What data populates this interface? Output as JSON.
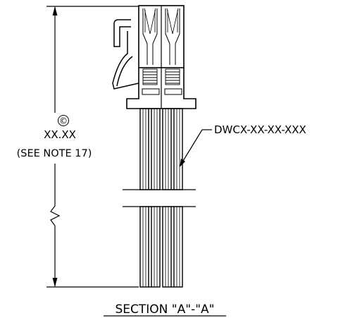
{
  "dimension": {
    "symbol": "©",
    "value": "XX.XX",
    "note": "(SEE NOTE 17)"
  },
  "part_callout": "DWCX-XX-XX-XXX",
  "section_title": "SECTION \"A\"-\"A\""
}
